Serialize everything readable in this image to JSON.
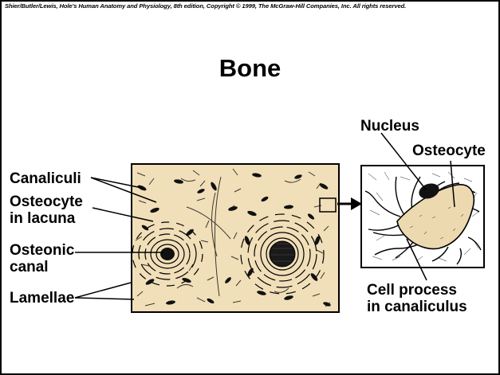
{
  "credit": "Shier/Butler/Lewis, Hole's Human Anatomy and Physiology, 8th edition, Copyright © 1999, The McGraw-Hill Companies, Inc. All rights reserved.",
  "title": "Bone",
  "labels": {
    "canaliculi": "Canaliculi",
    "osteocyte_in_lacuna": [
      "Osteocyte",
      "in lacuna"
    ],
    "osteonic_canal": [
      "Osteonic",
      "canal"
    ],
    "lamellae": "Lamellae",
    "nucleus": "Nucleus",
    "osteocyte": "Osteocyte",
    "cell_process": [
      "Cell process",
      "in canaliculus"
    ]
  },
  "colors": {
    "bone_tissue": "#f1dfb9",
    "cell": "#ecd9b0",
    "ink": "#000000"
  }
}
